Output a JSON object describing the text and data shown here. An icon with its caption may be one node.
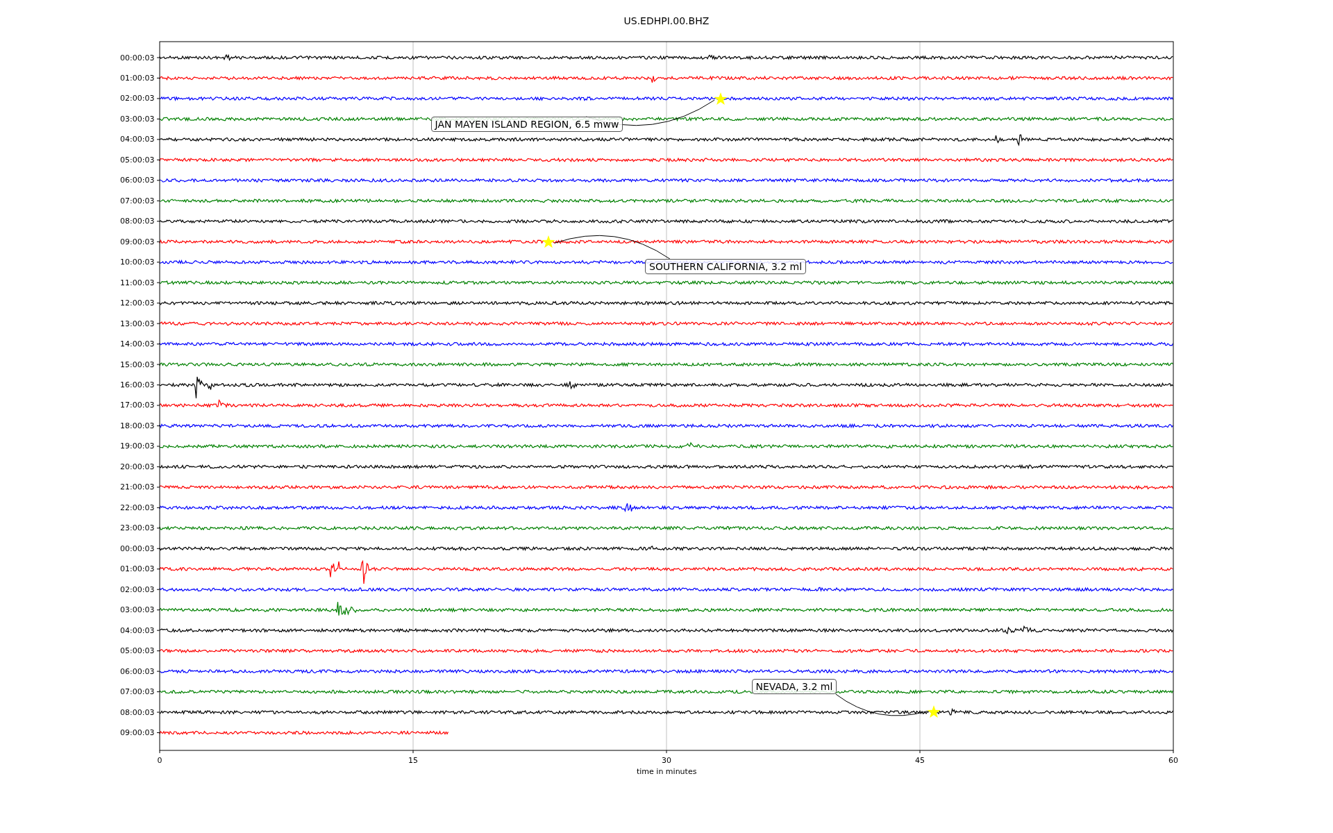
{
  "diagram": {
    "title": "US.EDHPI.00.BHZ",
    "nodes": [
      {
        "text": [
          "JAN MAYEN ISLAND REGION, 6.5 mww"
        ]
      },
      {
        "text": [],
        "shape": "star"
      },
      {
        "text": [
          "SOUTHERN CALIFORNIA, 3.2 ml"
        ]
      },
      {
        "text": [],
        "shape": "star"
      },
      {
        "text": [
          "NEVADA, 3.2 ml"
        ]
      },
      {
        "text": [],
        "shape": "star"
      }
    ],
    "edges": [
      {
        "from": 0,
        "to": 1,
        "arrow": "none"
      },
      {
        "from": 2,
        "to": 3,
        "arrow": "none"
      },
      {
        "from": 4,
        "to": 5,
        "arrow": "none"
      }
    ],
    "labels": [
      "00:00:03",
      "01:00:03",
      "02:00:03",
      "03:00:03",
      "04:00:03",
      "05:00:03",
      "06:00:03",
      "07:00:03",
      "08:00:03",
      "09:00:03",
      "10:00:03",
      "11:00:03",
      "12:00:03",
      "13:00:03",
      "14:00:03",
      "15:00:03",
      "16:00:03",
      "17:00:03",
      "18:00:03",
      "19:00:03",
      "20:00:03",
      "21:00:03",
      "22:00:03",
      "23:00:03",
      "00:00:03",
      "01:00:03",
      "02:00:03",
      "03:00:03",
      "04:00:03",
      "05:00:03",
      "06:00:03",
      "07:00:03",
      "08:00:03",
      "09:00:03",
      "0",
      "15",
      "30",
      "45",
      "60",
      "time in minutes"
    ]
  }
}
